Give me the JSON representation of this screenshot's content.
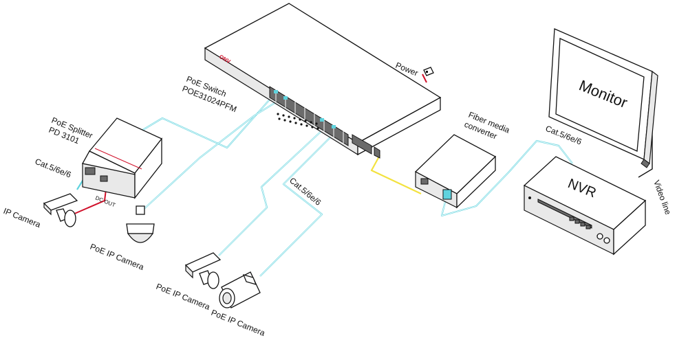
{
  "switch": {
    "label_line1": "PoE  Switch",
    "label_line2": "POE31024PFM",
    "brand": "ONV"
  },
  "power": {
    "label": "Power"
  },
  "splitter": {
    "label_line1": "PoE Splitter",
    "label_line2": "PD 3101",
    "dc_out": "DC OUT"
  },
  "cables": {
    "cat_label_left": "Cat.5/6e/6",
    "cat_label_middle": "Cat.5/6e/6",
    "cat_label_right": "Cat.5/6e/6"
  },
  "fiber_converter": {
    "label_line1": "Fiber media",
    "label_line2": "converter"
  },
  "monitor": {
    "label": "Monitor"
  },
  "nvr": {
    "label": "NVR"
  },
  "video_line": {
    "label": "Video line"
  },
  "cameras": {
    "ip_camera": "IP Camera",
    "poe_dome": "PoE IP Camera",
    "poe_box": "PoE IP Camera",
    "poe_bullet": "PoE IP Camera"
  },
  "colors": {
    "ethernet_cable": "#5fd3de",
    "fiber_cable": "#f3e23f",
    "dc_cable": "#d0102a"
  }
}
